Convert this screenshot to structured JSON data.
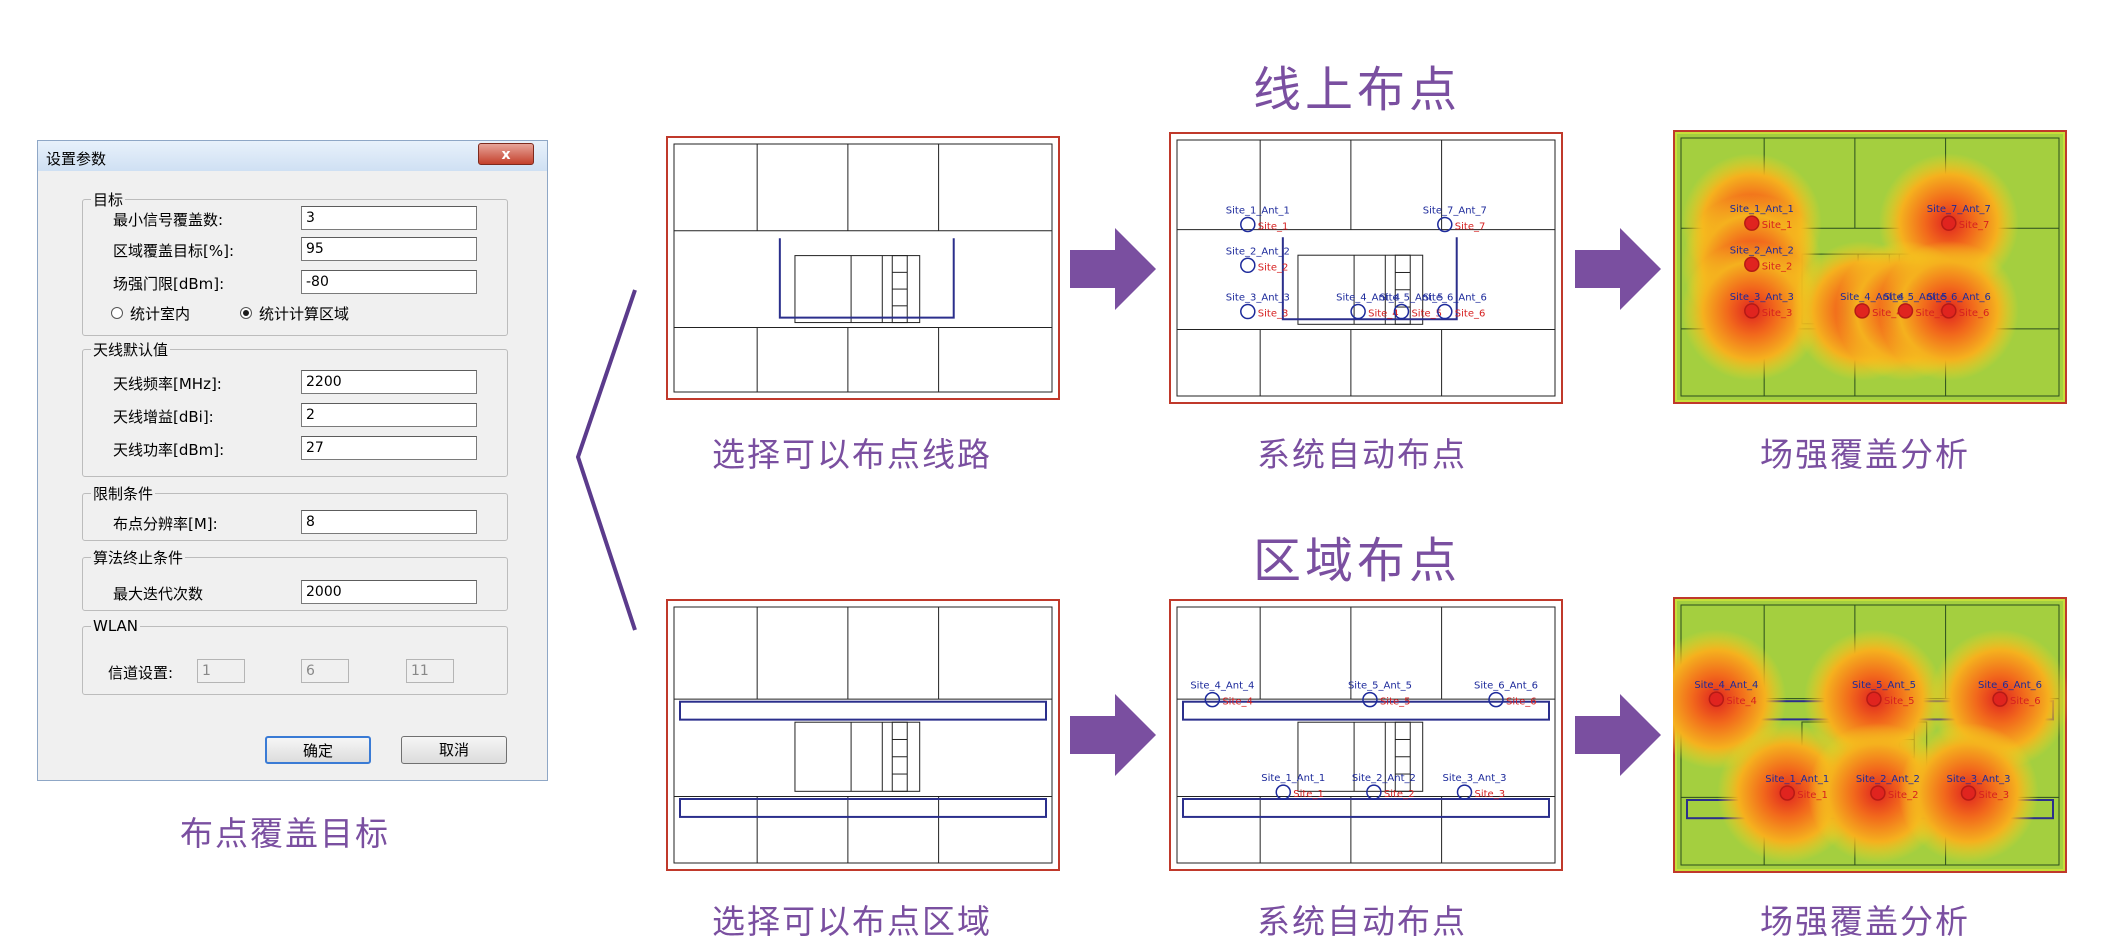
{
  "dialog": {
    "title": "设置参数",
    "close_label": "x",
    "groups": {
      "target": {
        "legend": "目标",
        "min_signal_label": "最小信号覆盖数:",
        "min_signal_value": "3",
        "area_coverage_label": "区域覆盖目标[%]:",
        "area_coverage_value": "95",
        "field_threshold_label": "场强门限[dBm]:",
        "field_threshold_value": "-80",
        "radio_indoor_label": "统计室内",
        "radio_calc_label": "统计计算区域",
        "selected_radio": "统计计算区域"
      },
      "antenna": {
        "legend": "天线默认值",
        "freq_label": "天线频率[MHz]:",
        "freq_value": "2200",
        "gain_label": "天线增益[dBi]:",
        "gain_value": "2",
        "power_label": "天线功率[dBm]:",
        "power_value": "27"
      },
      "limits": {
        "legend": "限制条件",
        "resolution_label": "布点分辨率[M]:",
        "resolution_value": "8"
      },
      "stop": {
        "legend": "算法终止条件",
        "iter_label": "最大迭代次数",
        "iter_value": "2000"
      },
      "wlan": {
        "legend": "WLAN",
        "channel_label": "信道设置:",
        "channels": [
          "1",
          "6",
          "11"
        ]
      }
    },
    "ok_label": "确定",
    "cancel_label": "取消"
  },
  "captions": {
    "dialog": "布点覆盖目标",
    "row1_heading": "线上布点",
    "row2_heading": "区域布点",
    "row1": [
      "选择可以布点线路",
      "系统自动布点",
      "场强覆盖分析"
    ],
    "row2": [
      "选择可以布点区域",
      "系统自动布点",
      "场强覆盖分析"
    ]
  },
  "sites_line": [
    {
      "ant": "Site_1_Ant_1",
      "site": "Site_1"
    },
    {
      "ant": "Site_7_Ant_7",
      "site": "Site_7"
    },
    {
      "ant": "Site_2_Ant_2",
      "site": "Site_2"
    },
    {
      "ant": "Site_3_Ant_3",
      "site": "Site_3"
    },
    {
      "ant": "Site_4_Ant_4",
      "site": "Site_4"
    },
    {
      "ant": "Site_5_Ant_5",
      "site": "Site_5"
    },
    {
      "ant": "Site_6_Ant_6",
      "site": "Site_6"
    }
  ],
  "sites_area": [
    {
      "ant": "Site_4_Ant_4",
      "site": "Site_4"
    },
    {
      "ant": "Site_5_Ant_5",
      "site": "Site_5"
    },
    {
      "ant": "Site_6_Ant_6",
      "site": "Site_6"
    },
    {
      "ant": "Site_1_Ant_1",
      "site": "Site_1"
    },
    {
      "ant": "Site_2_Ant_2",
      "site": "Site_2"
    },
    {
      "ant": "Site_3_Ant_3",
      "site": "Site_3"
    }
  ],
  "colors": {
    "accent": "#7a4fa0",
    "arrow": "#7a4fa0",
    "frame": "#c0392b",
    "path": "#2b2f8c",
    "site_text": "#d62020",
    "ant_text": "#1d2a9b"
  }
}
